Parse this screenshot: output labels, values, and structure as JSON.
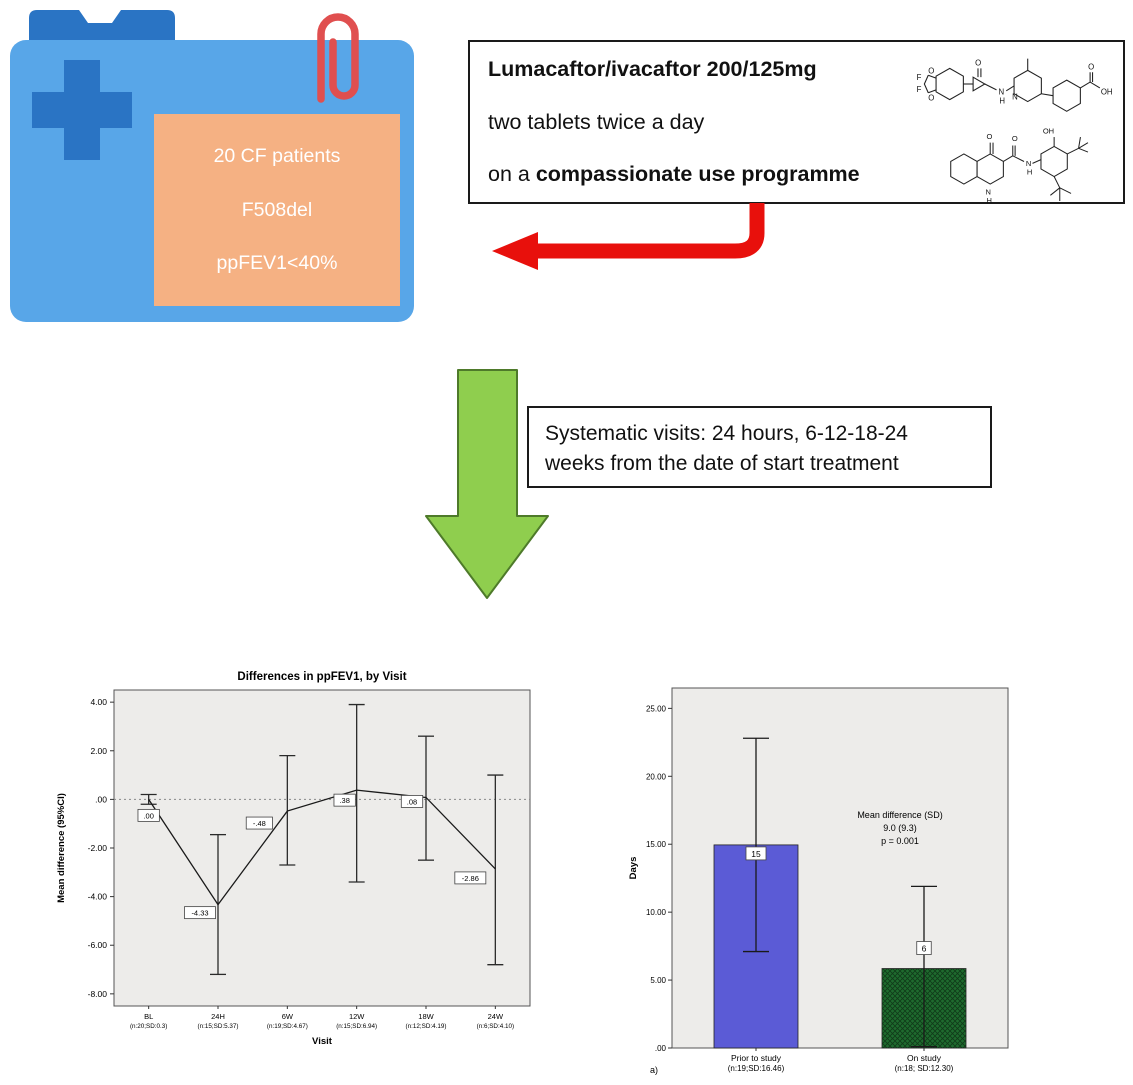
{
  "folder": {
    "patient_box_lines": [
      "20 CF patients",
      "F508del",
      "ppFEV1<40%"
    ],
    "colors": {
      "body": "#58a6e8",
      "tab": "#2a74c4",
      "cross": "#2a74c4",
      "patient_box": "#f5b183",
      "paperclip": "#e04f4f"
    }
  },
  "treatment_box": {
    "line1": "Lumacaftor/ivacaftor 200/125mg",
    "line2": "two tablets twice a day",
    "line3_normal": "on a ",
    "line3_bold": "compassionate use programme"
  },
  "visits_box": {
    "line1": "Systematic visits: 24 hours, 6-12-18-24",
    "line2": "weeks from the date of start treatment"
  },
  "arrows": {
    "down_arrow_color": "#8fce4e",
    "red_arrow_color": "#e8100c"
  },
  "chart_data": [
    {
      "type": "line",
      "title": "Differences in ppFEV1, by Visit",
      "xlabel": "Visit",
      "ylabel": "Mean difference (95%CI)",
      "ylim": [
        -8.5,
        4.5
      ],
      "ytick_values": [
        4,
        2,
        0,
        -2,
        -4,
        -6,
        -8
      ],
      "ytick_labels": [
        "4.00",
        "2.00",
        ".00",
        "-2.00",
        "-4.00",
        "-6.00",
        "-8.00"
      ],
      "categories": [
        "BL",
        "24H",
        "6W",
        "12W",
        "18W",
        "24W"
      ],
      "category_sublabels": [
        "(n:20;SD:0.3)",
        "(n:15;SD:5.37)",
        "(n:19;SD:4.67)",
        "(n:15;SD:6.94)",
        "(n:12;SD:4.19)",
        "(n:6;SD:4.10)"
      ],
      "means": [
        0.0,
        -4.33,
        -0.48,
        0.38,
        0.08,
        -2.86
      ],
      "point_labels": [
        ".00",
        "-4.33",
        "-.48",
        ".38",
        ".08",
        "-2.86"
      ],
      "ci_low": [
        -0.2,
        -7.2,
        -2.7,
        -3.4,
        -2.5,
        -6.8
      ],
      "ci_high": [
        0.2,
        -1.45,
        1.8,
        3.9,
        2.6,
        1.0
      ],
      "reference_line": 0,
      "plot_bg": "#edecea",
      "legend": "none",
      "grid": "off"
    },
    {
      "type": "bar",
      "title": "",
      "xlabel": "",
      "ylabel": "Days",
      "ylim": [
        0,
        26.5
      ],
      "ytick_values": [
        25,
        20,
        15,
        10,
        5,
        0
      ],
      "ytick_labels": [
        "25.00",
        "20.00",
        "15.00",
        "10.00",
        "5.00",
        ".00"
      ],
      "categories": [
        "Prior to study",
        "On study"
      ],
      "category_sublabels": [
        "(n:19;SD:16.46)",
        "(n:18; SD:12.30)"
      ],
      "values": [
        14.95,
        5.85
      ],
      "bar_labels": [
        "15",
        "6"
      ],
      "ci_low": [
        7.1,
        0.1
      ],
      "ci_high": [
        22.8,
        11.9
      ],
      "bar_colors": [
        "#5b5bd6",
        "#1e6b2e"
      ],
      "bar_patterns": [
        null,
        "crosshatch"
      ],
      "annotation_lines": [
        "Mean difference (SD)",
        "9.0 (9.3)",
        "p = 0.001"
      ],
      "footnote": "a)",
      "plot_bg": "#edecea",
      "legend": "none",
      "grid": "off"
    }
  ]
}
